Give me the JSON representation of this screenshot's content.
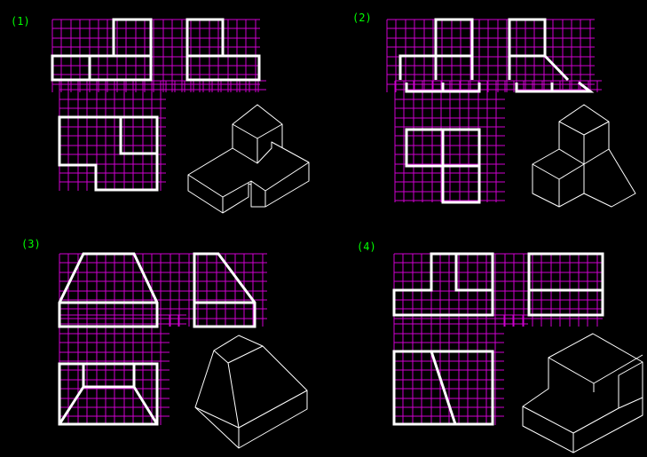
{
  "exercises": [
    {
      "label": "(1)"
    },
    {
      "label": "(2)"
    },
    {
      "label": "(3)"
    },
    {
      "label": "(4)"
    }
  ],
  "colors": {
    "background": "#000000",
    "grid": "#d000d0",
    "lines": "#ffffff",
    "labels": "#00ff00"
  }
}
